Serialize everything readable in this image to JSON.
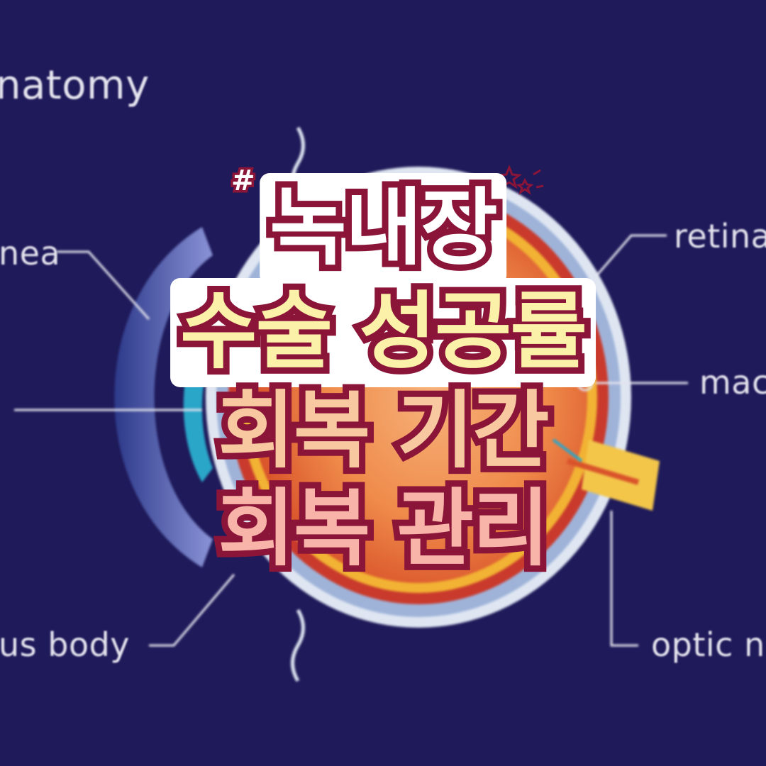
{
  "diagram_labels": {
    "title": "natomy",
    "cornea": "nea",
    "retina": "retina",
    "macula": "mac",
    "ciliary_body": "us body",
    "optic_nerve": "optic n"
  },
  "headline": {
    "hashtag": "#",
    "line1": "녹내장",
    "line2": "수술 성공률",
    "line3": "회복 기간",
    "line4": "회복 관리"
  },
  "colors": {
    "background": "#1f1a5a",
    "outline": "#8a1538",
    "line1_fill": "#ffffff",
    "line2_fill": "#fbf1a8",
    "line3_fill": "#f8c9a0",
    "line4_fill": "#f9b4a9"
  }
}
